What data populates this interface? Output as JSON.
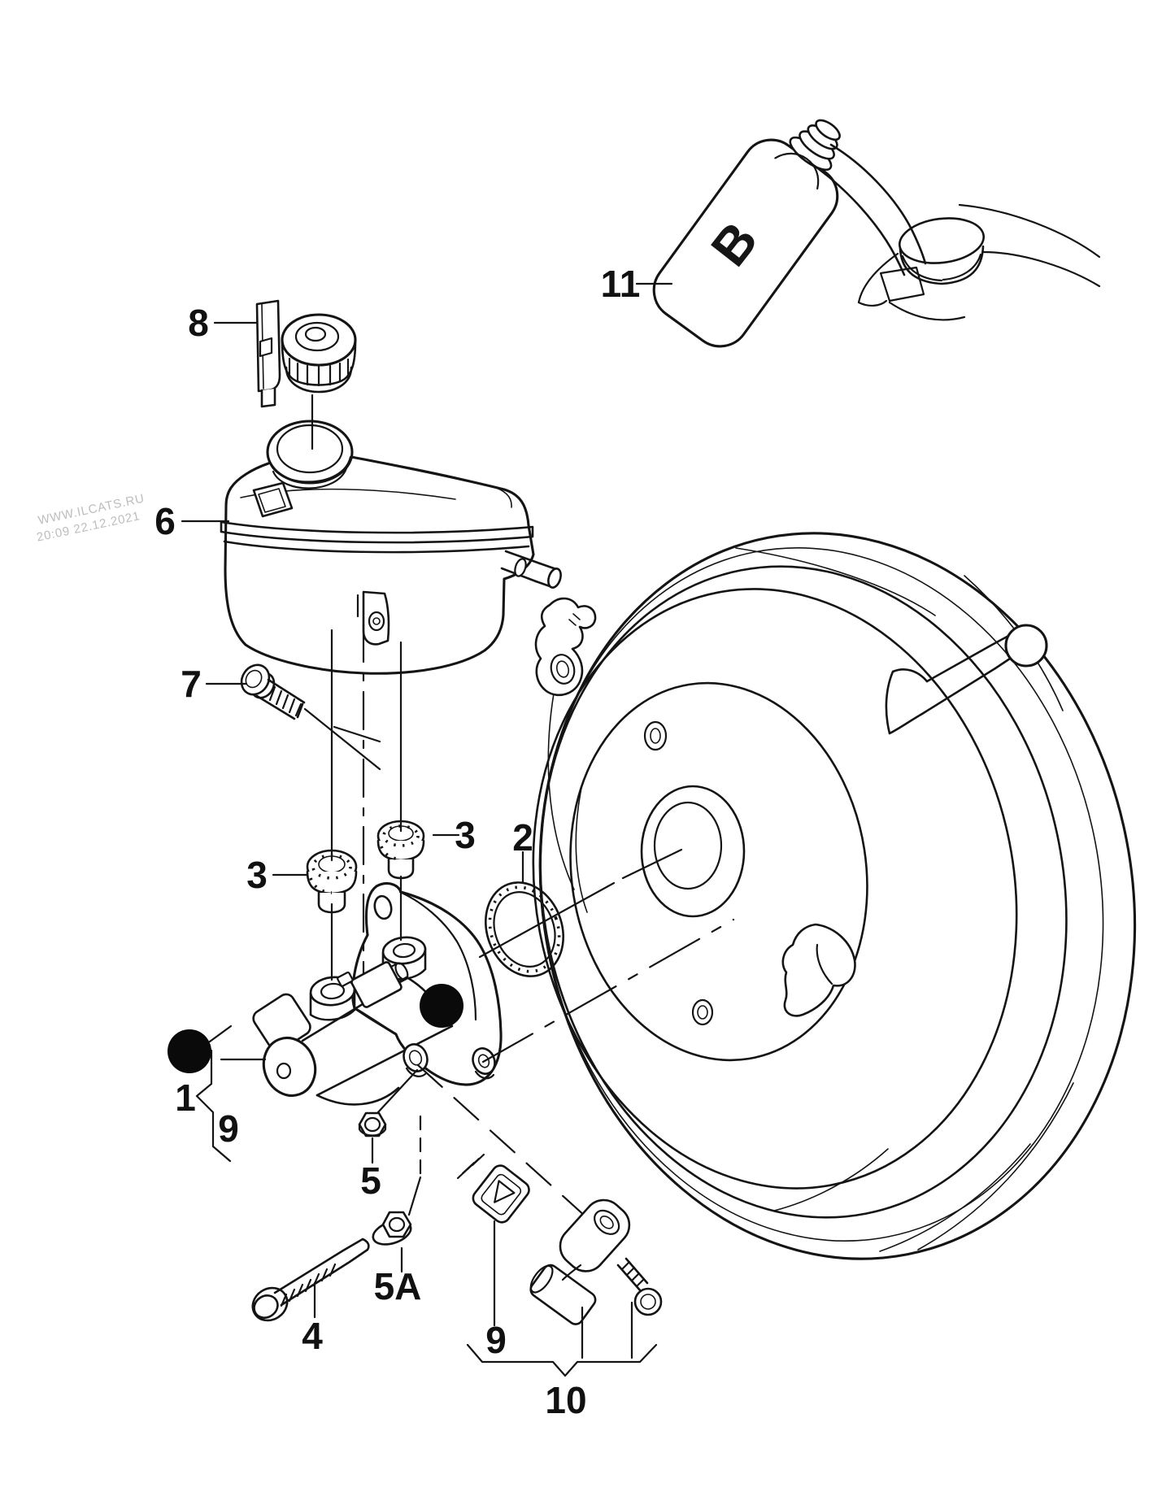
{
  "diagram": {
    "title_hint": "exploded parts diagram",
    "watermark": {
      "line1": "WWW.ILCATS.RU",
      "line2": "20:09 22.12.2021"
    },
    "bottle_letter": "B",
    "callouts": {
      "c1": "1",
      "c2": "2",
      "c3_left": "3",
      "c3_right": "3",
      "c4": "4",
      "c5": "5",
      "c5a": "5A",
      "c6": "6",
      "c7": "7",
      "c8": "8",
      "c9_upper": "9",
      "c9_lower": "9",
      "c10": "10",
      "c11": "11"
    },
    "colors": {
      "line": "#141414",
      "background": "#ffffff",
      "watermark": "#bdbdbd",
      "callout_dot": "#0a0a0a"
    }
  }
}
